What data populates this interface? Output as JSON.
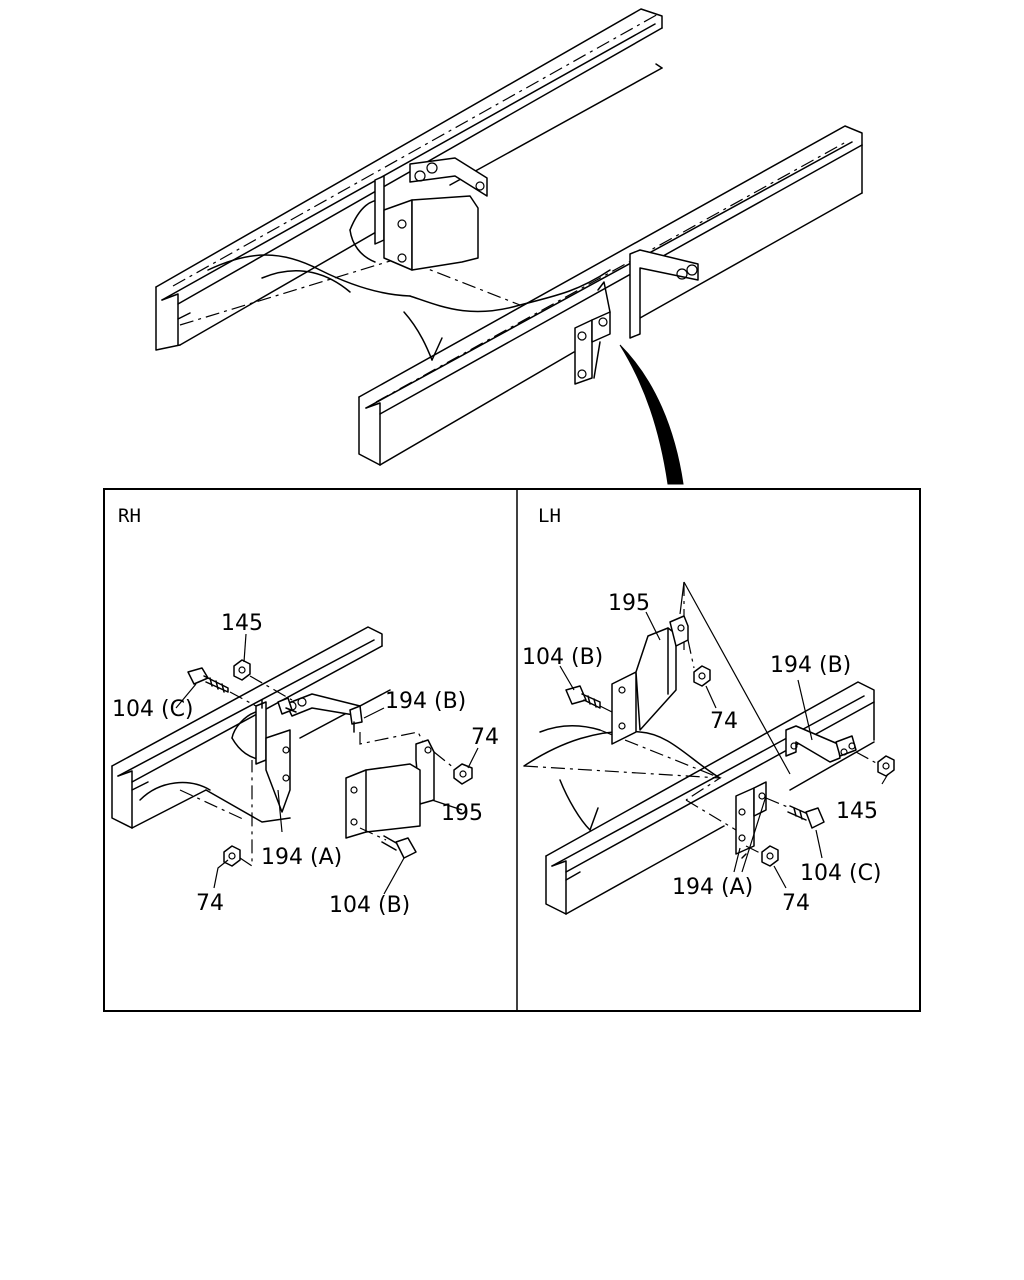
{
  "panels": {
    "rh": {
      "title": "RH",
      "labels": {
        "p145": "145",
        "p104c": "104 (C)",
        "p194b": "194 (B)",
        "p74a": "74",
        "p195": "195",
        "p194a": "194 (A)",
        "p74b": "74",
        "p104b": "104 (B)"
      }
    },
    "lh": {
      "title": "LH",
      "labels": {
        "p195": "195",
        "p104b": "104 (B)",
        "p74a": "74",
        "p194b": "194 (B)",
        "p145": "145",
        "p104c": "104 (C)",
        "p194a": "194 (A)",
        "p74b": "74"
      }
    }
  }
}
